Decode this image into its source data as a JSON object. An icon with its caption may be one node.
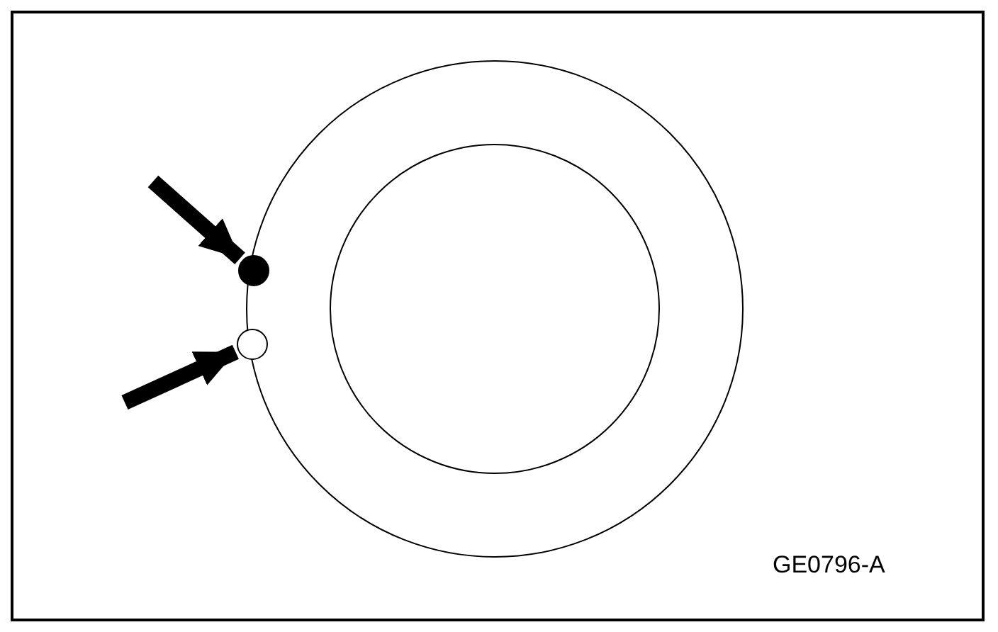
{
  "diagram": {
    "nodes": [
      {
        "text": [],
        "shape": "circle"
      },
      {
        "text": [],
        "shape": "circle"
      }
    ],
    "edges": [
      {
        "from": null,
        "to": 0,
        "arrow": "to"
      },
      {
        "from": null,
        "to": 1,
        "arrow": "to"
      }
    ],
    "labels": [
      "GE0796-A"
    ]
  }
}
